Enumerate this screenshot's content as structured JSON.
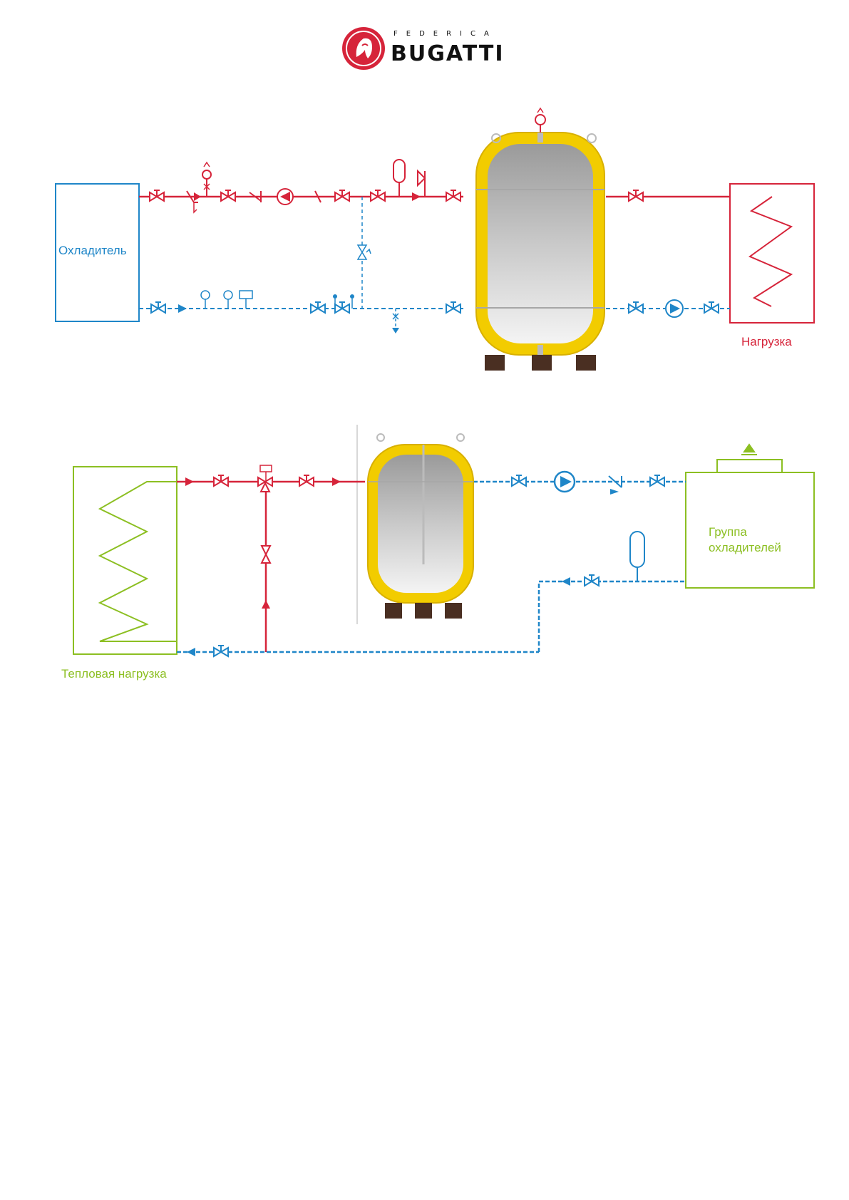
{
  "logo": {
    "brand": "BUGATTI",
    "sub": "FEDERICA"
  },
  "diagram_top": {
    "chiller_label": "Охладитель",
    "load_label": "Нагрузка"
  },
  "diagram_bottom": {
    "heat_load_label": "Тепловая нагрузка",
    "chiller_group_label_line1": "Группа",
    "chiller_group_label_line2": "охладителей"
  },
  "colors": {
    "hot": "#d6243a",
    "cold": "#1f86c8",
    "green": "#8cbf22",
    "tank_insulation": "#f2cc00"
  }
}
